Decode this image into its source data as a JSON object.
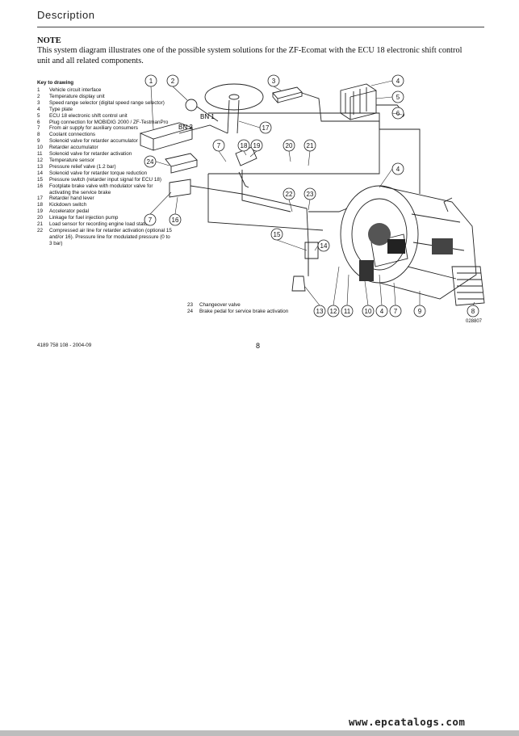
{
  "header": {
    "title": "Description"
  },
  "note": {
    "heading": "NOTE",
    "text": "This system diagram illustrates one of the possible system solutions for the ZF-Ecomat with the ECU 18 electronic shift control unit and all related components."
  },
  "key": {
    "title": "Key to drawing",
    "items": [
      {
        "num": "1",
        "desc": "Vehicle circuit interface"
      },
      {
        "num": "2",
        "desc": "Temperature display unit"
      },
      {
        "num": "3",
        "desc": "Speed range selector (digital speed range selector)"
      },
      {
        "num": "4",
        "desc": "Type plate"
      },
      {
        "num": "5",
        "desc": "ECU 18 electronic shift control unit"
      },
      {
        "num": "6",
        "desc": "Plug connection for MOBIDIG 2000 / ZF-TestmanPro"
      },
      {
        "num": "7",
        "desc": "From air supply for auxiliary consumers"
      },
      {
        "num": "8",
        "desc": "Coolant connections"
      },
      {
        "num": "9",
        "desc": "Solenoid valve for retarder accumulator"
      },
      {
        "num": "10",
        "desc": "Retarder accumulator"
      },
      {
        "num": "11",
        "desc": "Solenoid valve for retarder activation"
      },
      {
        "num": "12",
        "desc": "Temperature sensor"
      },
      {
        "num": "13",
        "desc": "Pressure relief valve (1.2 bar)"
      },
      {
        "num": "14",
        "desc": "Solenoid valve for retarder torque reduction"
      },
      {
        "num": "15",
        "desc": "Pressure switch (retarder input signal for ECU 18)"
      },
      {
        "num": "16",
        "desc": "Footplate brake valve with modulator valve for activating the service brake"
      },
      {
        "num": "17",
        "desc": "Retarder hand lever"
      },
      {
        "num": "18",
        "desc": "Kickdown switch"
      },
      {
        "num": "19",
        "desc": "Accelerator pedal"
      },
      {
        "num": "20",
        "desc": "Linkage for fuel injection pump"
      },
      {
        "num": "21",
        "desc": "Load sensor for recording engine load status"
      },
      {
        "num": "22",
        "desc": "Compressed air line for retarder activation (optional 15 and/or 16). Pressure line for modulated pressure (0 to 3 bar)"
      }
    ],
    "items_col2": [
      {
        "num": "23",
        "desc": "Changeover valve"
      },
      {
        "num": "24",
        "desc": "Brake pedal for service brake activation"
      }
    ]
  },
  "diagram": {
    "callouts": [
      "1",
      "2",
      "3",
      "4",
      "5",
      "6",
      "17",
      "7",
      "18",
      "19",
      "20",
      "21",
      "4",
      "24",
      "22",
      "23",
      "7",
      "16",
      "15",
      "14",
      "13",
      "12",
      "11",
      "10",
      "4",
      "7",
      "9",
      "8"
    ],
    "tags": [
      "BN 2",
      "BN 1"
    ],
    "drawing_number": "028807"
  },
  "footer": {
    "doc_number": "4189 758 108 - 2004-09",
    "page_number": "8",
    "watermark": "www.epcatalogs.com",
    "colors": {
      "bar": "#bdbdbd"
    }
  }
}
